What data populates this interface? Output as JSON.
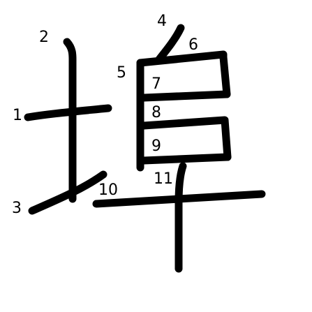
{
  "diagram": {
    "stroke_color": "#000000",
    "background": "#ffffff",
    "stroke_labels": [
      "1",
      "2",
      "3",
      "4",
      "5",
      "6",
      "7",
      "8",
      "9",
      "10",
      "11"
    ]
  }
}
